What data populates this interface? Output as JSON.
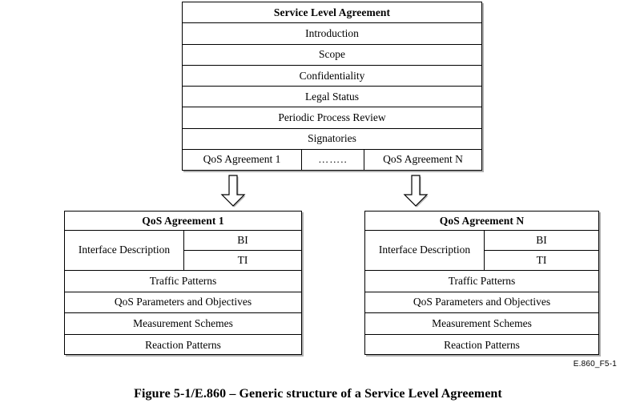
{
  "figure": {
    "id_label": "E.860_F5-1",
    "caption": "Figure 5-1/E.860 – Generic structure of a Service Level Agreement"
  },
  "sla_table": {
    "title": "Service Level Agreement",
    "rows": [
      "Introduction",
      "Scope",
      "Confidentiality",
      "Legal Status",
      "Periodic Process Review",
      "Signatories"
    ],
    "agreement_row": {
      "left": "QoS Agreement 1",
      "middle": "……..",
      "right": "QoS Agreement N"
    }
  },
  "arrows": {
    "left_name": "down-arrow-to-qos-agreement-1",
    "right_name": "down-arrow-to-qos-agreement-n"
  },
  "qos_tables": [
    {
      "title": "QoS Agreement 1",
      "interface_label": "Interface Description",
      "interface_sub": [
        "BI",
        "TI"
      ],
      "rows": [
        "Traffic Patterns",
        "QoS Parameters and Objectives",
        "Measurement Schemes",
        "Reaction Patterns"
      ]
    },
    {
      "title": "QoS Agreement N",
      "interface_label": "Interface Description",
      "interface_sub": [
        "BI",
        "TI"
      ],
      "rows": [
        "Traffic Patterns",
        "QoS Parameters and Objectives",
        "Measurement Schemes",
        "Reaction Patterns"
      ]
    }
  ],
  "colors": {
    "border": "#000000",
    "shadow": "#b0b0b0",
    "background": "#ffffff",
    "text": "#000000"
  }
}
